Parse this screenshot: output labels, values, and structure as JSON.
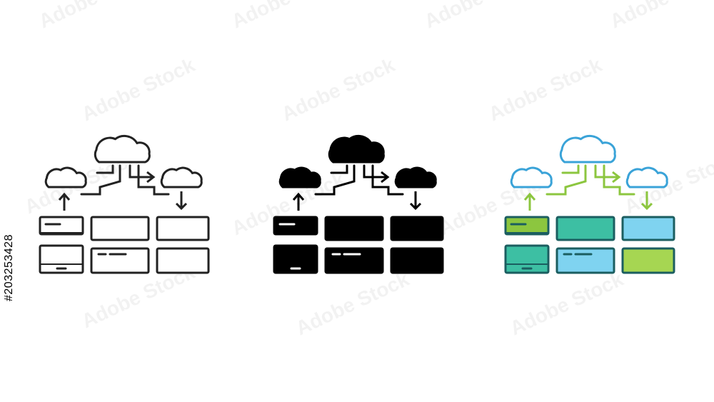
{
  "watermark": {
    "text": "Adobe Stock"
  },
  "stock_id": "#203253428",
  "variants": [
    {
      "name": "outline",
      "stroke": "#222222",
      "cloud_big": "#ffffff",
      "cloud_left": "#ffffff",
      "cloud_right": "#ffffff",
      "arrows": "#222222",
      "connectors": "#222222",
      "blocks": [
        "#ffffff",
        "#ffffff",
        "#ffffff",
        "#ffffff",
        "#ffffff",
        "#ffffff"
      ],
      "lines": "#222222"
    },
    {
      "name": "solid",
      "stroke": "#000000",
      "cloud_big": "#000000",
      "cloud_left": "#000000",
      "cloud_right": "#000000",
      "arrows": "#000000",
      "connectors": "#000000",
      "blocks": [
        "#000000",
        "#000000",
        "#000000",
        "#000000",
        "#000000",
        "#000000"
      ],
      "lines": "#ffffff"
    },
    {
      "name": "color",
      "stroke": "#1b5e60",
      "cloud_big": "#ffffff",
      "cloud_left": "#ffffff",
      "cloud_right": "#ffffff",
      "cloud_stroke": "#3aa3d8",
      "arrows": "#8cc63f",
      "connectors": "#8cc63f",
      "blocks": [
        "#8cc63f",
        "#3dbfa3",
        "#7fd3f0",
        "#3dbfa3",
        "#7fd3f0",
        "#a6d652"
      ],
      "lines": "#1b5e60"
    }
  ]
}
